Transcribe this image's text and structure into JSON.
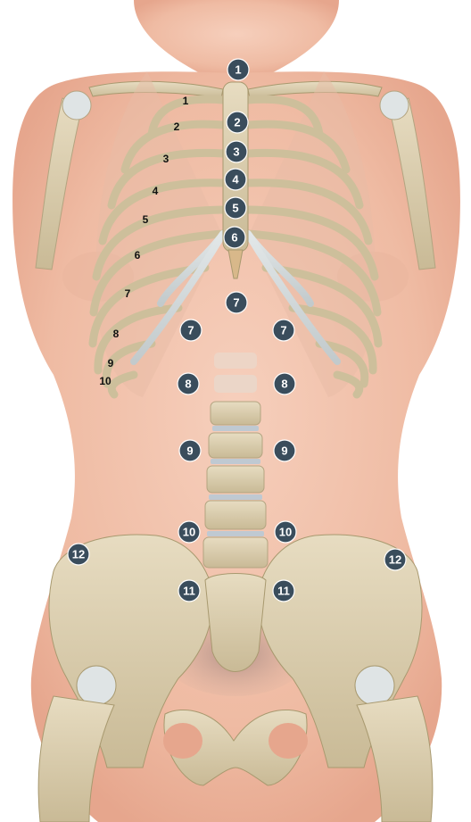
{
  "colors": {
    "skin": "#f2c3ad",
    "skin_shadow": "#e3a58c",
    "bone": "#dcd0b2",
    "bone_shadow": "#b9ab87",
    "cartilage": "#d6dcdd",
    "marker": "#3a4d5c",
    "marker_text": "#ffffff",
    "rib_number": "#111111"
  },
  "markers": [
    {
      "id": "m1",
      "label": "1"
    },
    {
      "id": "m2",
      "label": "2"
    },
    {
      "id": "m3",
      "label": "3"
    },
    {
      "id": "m4",
      "label": "4"
    },
    {
      "id": "m5",
      "label": "5"
    },
    {
      "id": "m6",
      "label": "6"
    },
    {
      "id": "m7c",
      "label": "7"
    },
    {
      "id": "m7l",
      "label": "7"
    },
    {
      "id": "m7r",
      "label": "7"
    },
    {
      "id": "m8l",
      "label": "8"
    },
    {
      "id": "m8r",
      "label": "8"
    },
    {
      "id": "m9l",
      "label": "9"
    },
    {
      "id": "m9r",
      "label": "9"
    },
    {
      "id": "m10l",
      "label": "10"
    },
    {
      "id": "m10r",
      "label": "10"
    },
    {
      "id": "m11l",
      "label": "11"
    },
    {
      "id": "m11r",
      "label": "11"
    },
    {
      "id": "m12l",
      "label": "12"
    },
    {
      "id": "m12r",
      "label": "12"
    }
  ],
  "rib_numbers": [
    {
      "id": "r1",
      "label": "1"
    },
    {
      "id": "r2",
      "label": "2"
    },
    {
      "id": "r3",
      "label": "3"
    },
    {
      "id": "r4",
      "label": "4"
    },
    {
      "id": "r5",
      "label": "5"
    },
    {
      "id": "r6",
      "label": "6"
    },
    {
      "id": "r7",
      "label": "7"
    },
    {
      "id": "r8",
      "label": "8"
    },
    {
      "id": "r9",
      "label": "9"
    },
    {
      "id": "r10",
      "label": "10"
    }
  ]
}
